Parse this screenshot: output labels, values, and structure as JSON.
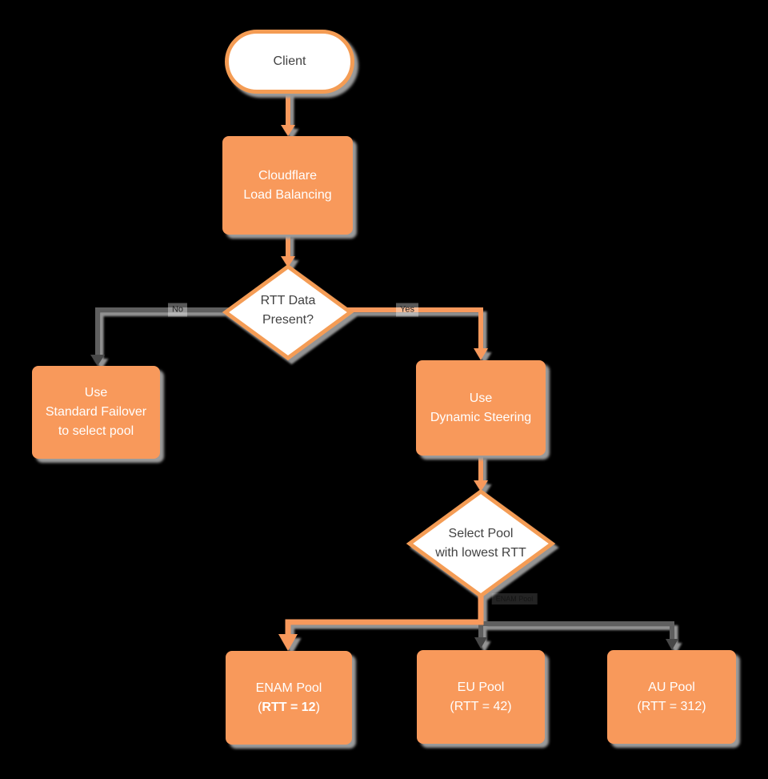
{
  "colors": {
    "background": "#000000",
    "node_orange": "#F8995B",
    "node_border_orange": "#F49C54",
    "connector_gray": "#5E5E5E",
    "connector_orange": "#F8995B",
    "arrow_dark": "#474747",
    "text_on_orange": "#FFFFFF",
    "text_dark": "#424242",
    "shadow_gray": "#9B9B9B"
  },
  "nodes": {
    "client": {
      "type": "terminator",
      "label": "Client"
    },
    "load_balancing": {
      "type": "process",
      "line1": "Cloudflare",
      "line2": "Load Balancing"
    },
    "rtt_decision": {
      "type": "decision",
      "line1": "RTT Data",
      "line2": "Present?"
    },
    "standard_failover": {
      "type": "process",
      "line1": "Use",
      "line2": "Standard Failover",
      "line3": "to select pool"
    },
    "dynamic_steering": {
      "type": "process",
      "line1": "Use",
      "line2": "Dynamic Steering"
    },
    "select_pool": {
      "type": "decision",
      "line1": "Select Pool",
      "line2": "with lowest RTT"
    },
    "enam_pool": {
      "type": "process",
      "line1": "ENAM Pool",
      "line2_prefix": "(",
      "line2_bold": "RTT = 12",
      "line2_suffix": ")"
    },
    "eu_pool": {
      "type": "process",
      "line1": "EU Pool",
      "line2": "(RTT = 42)"
    },
    "au_pool": {
      "type": "process",
      "line1": "AU Pool",
      "line2": "(RTT = 312)"
    }
  },
  "edge_labels": {
    "no": "No",
    "yes": "Yes",
    "enam_branch": "ENAM Pool"
  }
}
